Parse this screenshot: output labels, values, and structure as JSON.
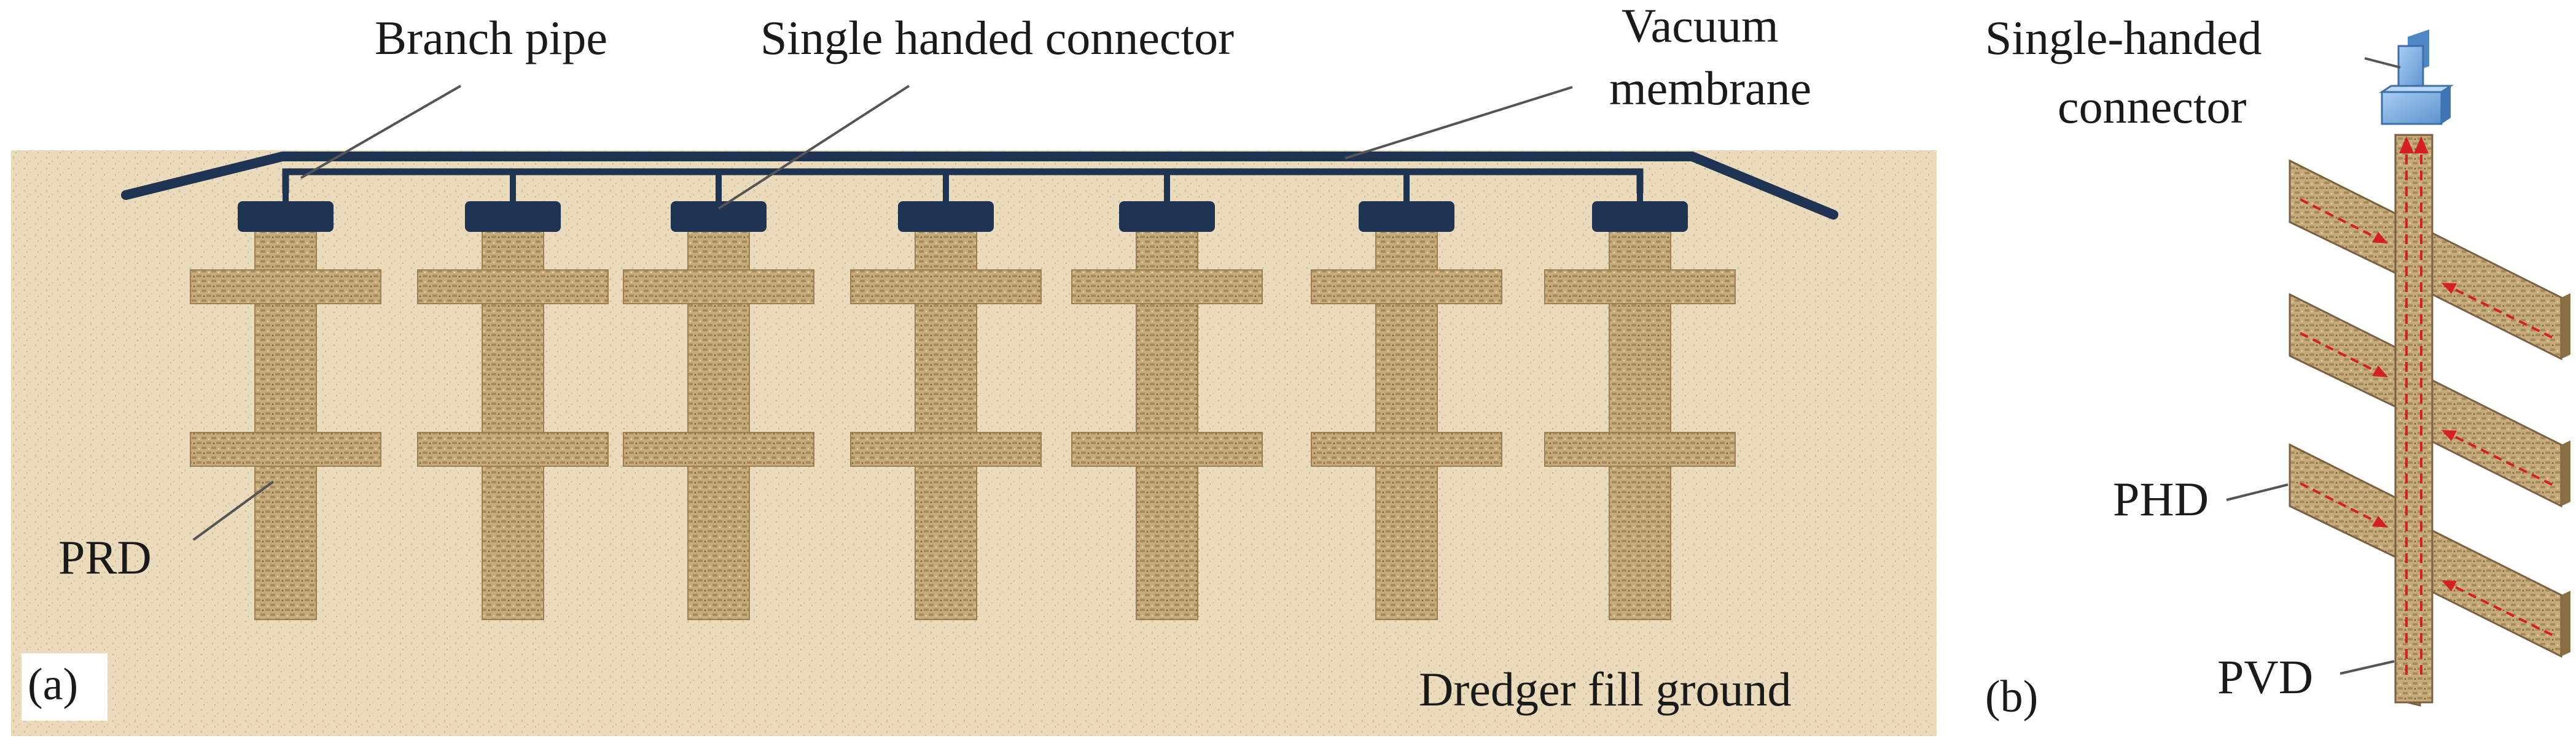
{
  "panel_a": {
    "panel_label": "(a)",
    "labels": {
      "branch_pipe": "Branch pipe",
      "single_connector": "Single handed connector",
      "vacuum_line1": "Vacuum",
      "vacuum_line2": "membrane",
      "prd": "PRD",
      "ground": "Dredger fill ground"
    },
    "drain_count": 7,
    "colors": {
      "ground": "#e8d9b8",
      "pipe": "#1f3352",
      "connector": "#1f3352",
      "drain": "#c7ad7f",
      "drain_dark": "#8c6f45"
    }
  },
  "panel_b": {
    "panel_label": "(b)",
    "labels": {
      "connector_line1": "Single-handed",
      "connector_line2": "connector",
      "phd": "PHD",
      "pvd": "PVD"
    },
    "colors": {
      "connector": "#7fb0e0",
      "drain": "#c9ad7c",
      "flow_arrow": "#d42020"
    }
  }
}
